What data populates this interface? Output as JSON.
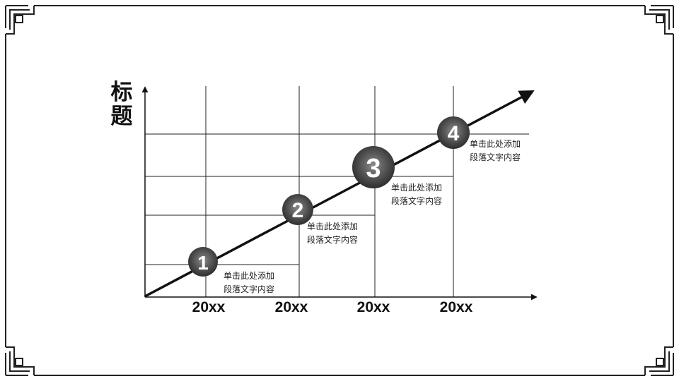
{
  "title": "标题",
  "x_labels": [
    "20xx",
    "20xx",
    "20xx",
    "20xx"
  ],
  "milestones": [
    {
      "number": "1",
      "line1": "单击此处添加",
      "line2": "段落文字内容"
    },
    {
      "number": "2",
      "line1": "单击此处添加",
      "line2": "段落文字内容"
    },
    {
      "number": "3",
      "line1": "单击此处添加",
      "line2": "段落文字内容"
    },
    {
      "number": "4",
      "line1": "单击此处添加",
      "line2": "段落文字内容"
    }
  ],
  "colors": {
    "frame": "#222222",
    "ink": "#111111",
    "node_dark": "#3a3a3a",
    "node_light": "#8a8a8a"
  }
}
